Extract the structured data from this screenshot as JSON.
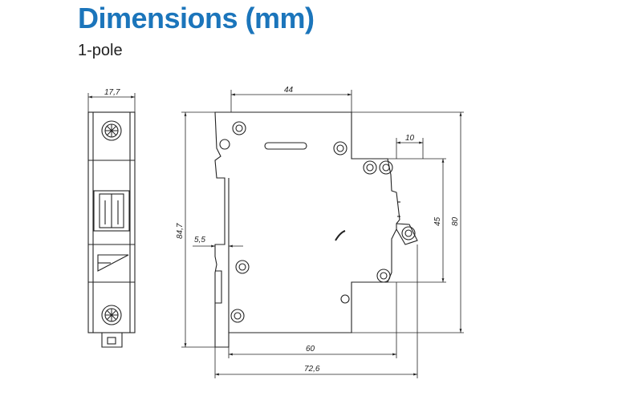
{
  "header": {
    "title": "Dimensions (mm)",
    "subtitle": "1-pole"
  },
  "colors": {
    "title": "#1b75bb",
    "line": "#222222"
  },
  "dimensions": {
    "front_width": "17,7",
    "side_top_width": "44",
    "side_right_offset": "10",
    "side_mid_height": "45",
    "side_full_height": "80",
    "side_height_total": "84,7",
    "rail_offset": "5,5",
    "side_bottom_width": "60",
    "side_overall_width": "72,6"
  }
}
